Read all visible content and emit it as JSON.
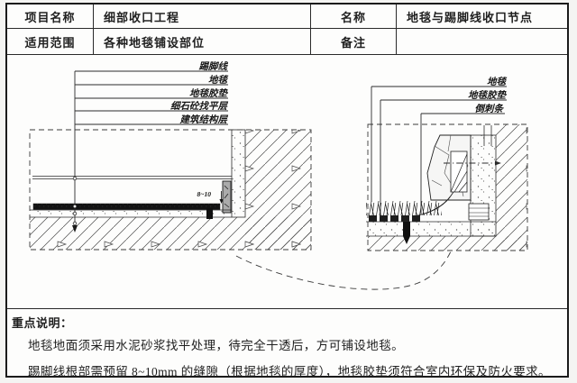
{
  "table": {
    "rows": [
      {
        "c0": "项目名称",
        "c1": "细部收口工程",
        "c2": "名称",
        "c3": "地毯与踢脚线收口节点"
      },
      {
        "c0": "适用范围",
        "c1": "各种地毯铺设部位",
        "c2": "备注",
        "c3": ""
      }
    ]
  },
  "diagrams": {
    "left": {
      "labels": [
        "踢脚线",
        "地毯",
        "地毯胶垫",
        "细石砼找平层",
        "建筑结构层"
      ],
      "dimension": "8~10"
    },
    "right": {
      "labels": [
        "地毯",
        "地毯胶垫",
        "倒刺条"
      ]
    }
  },
  "notes": {
    "title": "重点说明：",
    "items": [
      "地毯地面须采用水泥砂浆找平处理，待完全干透后，方可铺设地毯。",
      "踢脚线根部需预留 8~10mm 的缝隙（根据地毯的厚度），地毯胶垫须符合室内环保及防火要求。"
    ]
  },
  "colors": {
    "frame_border": "#1b1b1b",
    "line": "#2b2b2b",
    "hatch": "#4d4d4d",
    "text": "#1f1f1f",
    "background": "#fdfdfc"
  }
}
